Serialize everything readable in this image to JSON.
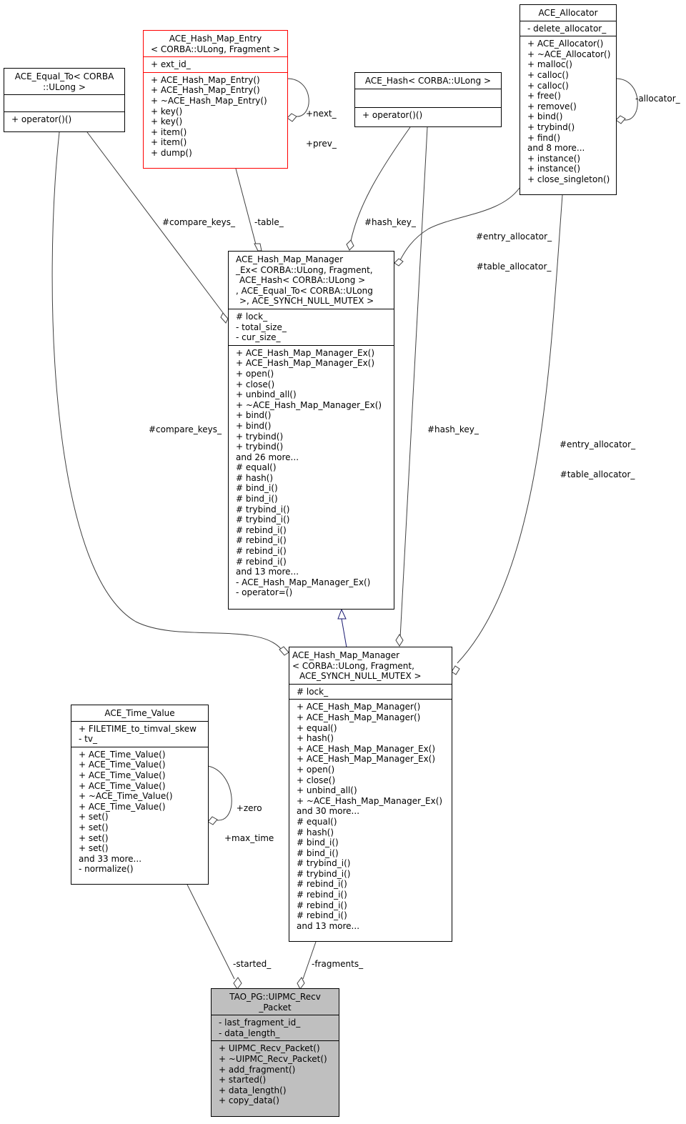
{
  "classes": {
    "equal_to": {
      "title": [
        "ACE_Equal_To< CORBA",
        "::ULong >"
      ],
      "attributes": [],
      "methods": [
        "+ operator()()"
      ]
    },
    "hash_map_entry": {
      "title": [
        "ACE_Hash_Map_Entry",
        "< CORBA::ULong, Fragment >"
      ],
      "attributes": [
        "+ ext_id_"
      ],
      "methods": [
        "+ ACE_Hash_Map_Entry()",
        "+ ACE_Hash_Map_Entry()",
        "+ ~ACE_Hash_Map_Entry()",
        "+ key()",
        "+ key()",
        "+ item()",
        "+ item()",
        "+ dump()"
      ]
    },
    "ace_hash": {
      "title": [
        "ACE_Hash< CORBA::ULong >"
      ],
      "attributes": [],
      "methods": [
        "+ operator()()"
      ]
    },
    "allocator": {
      "title": [
        "ACE_Allocator"
      ],
      "attributes": [
        "- delete_allocator_"
      ],
      "methods": [
        "+ ACE_Allocator()",
        "+ ~ACE_Allocator()",
        "+ malloc()",
        "+ calloc()",
        "+ calloc()",
        "+ free()",
        "+ remove()",
        "+ bind()",
        "+ trybind()",
        "+ find()",
        "and 8 more...",
        "+ instance()",
        "+ instance()",
        "+ close_singleton()"
      ]
    },
    "hash_map_manager_ex": {
      "title": [
        "ACE_Hash_Map_Manager",
        "_Ex< CORBA::ULong, Fragment,",
        "ACE_Hash< CORBA::ULong >",
        ", ACE_Equal_To< CORBA::ULong",
        ">, ACE_SYNCH_NULL_MUTEX >"
      ],
      "attributes": [
        "# lock_",
        "- total_size_",
        "- cur_size_"
      ],
      "methods": [
        "+ ACE_Hash_Map_Manager_Ex()",
        "+ ACE_Hash_Map_Manager_Ex()",
        "+ open()",
        "+ close()",
        "+ unbind_all()",
        "+ ~ACE_Hash_Map_Manager_Ex()",
        "+ bind()",
        "+ bind()",
        "+ trybind()",
        "+ trybind()",
        "and 26 more...",
        "# equal()",
        "# hash()",
        "# bind_i()",
        "# bind_i()",
        "# trybind_i()",
        "# trybind_i()",
        "# rebind_i()",
        "# rebind_i()",
        "# rebind_i()",
        "# rebind_i()",
        "and 13 more...",
        "- ACE_Hash_Map_Manager_Ex()",
        "- operator=()"
      ]
    },
    "hash_map_manager": {
      "title": [
        "ACE_Hash_Map_Manager",
        "< CORBA::ULong, Fragment,",
        "ACE_SYNCH_NULL_MUTEX >"
      ],
      "attributes": [
        "# lock_"
      ],
      "methods": [
        "+ ACE_Hash_Map_Manager()",
        "+ ACE_Hash_Map_Manager()",
        "+ equal()",
        "+ hash()",
        "+ ACE_Hash_Map_Manager_Ex()",
        "+ ACE_Hash_Map_Manager_Ex()",
        "+ open()",
        "+ close()",
        "+ unbind_all()",
        "+ ~ACE_Hash_Map_Manager_Ex()",
        "and 30 more...",
        "# equal()",
        "# hash()",
        "# bind_i()",
        "# bind_i()",
        "# trybind_i()",
        "# trybind_i()",
        "# rebind_i()",
        "# rebind_i()",
        "# rebind_i()",
        "# rebind_i()",
        "and 13 more..."
      ]
    },
    "time_value": {
      "title": [
        "ACE_Time_Value"
      ],
      "attributes": [
        "+ FILETIME_to_timval_skew",
        "- tv_"
      ],
      "methods": [
        "+ ACE_Time_Value()",
        "+ ACE_Time_Value()",
        "+ ACE_Time_Value()",
        "+ ACE_Time_Value()",
        "+ ~ACE_Time_Value()",
        "+ ACE_Time_Value()",
        "+ set()",
        "+ set()",
        "+ set()",
        "+ set()",
        "and 33 more...",
        "- normalize()"
      ]
    },
    "recv_packet": {
      "title": [
        "TAO_PG::UIPMC_Recv",
        "_Packet"
      ],
      "attributes": [
        "- last_fragment_id_",
        "- data_length_"
      ],
      "methods": [
        "+ UIPMC_Recv_Packet()",
        "+ ~UIPMC_Recv_Packet()",
        "+ add_fragment()",
        "+ started()",
        "+ data_length()",
        "+ copy_data()"
      ]
    }
  },
  "edge_labels": {
    "next_prev": [
      "+next_",
      "+prev_"
    ],
    "allocator_self": "-allocator_",
    "compare_keys_top": "#compare_keys_",
    "table": "-table_",
    "hash_key_top": "#hash_key_",
    "entry_table_alloc_top": [
      "#entry_allocator_",
      "#table_allocator_"
    ],
    "compare_keys_mid": "#compare_keys_",
    "hash_key_mid": "#hash_key_",
    "entry_table_alloc_mid": [
      "#entry_allocator_",
      "#table_allocator_"
    ],
    "zero_max_time": [
      "+zero",
      "+max_time"
    ],
    "started": "-started_",
    "fragments": "-fragments_"
  },
  "colors": {
    "line": "#404040",
    "inheritance": "#191970",
    "focus_fill": "#bfbfbf",
    "template_border": "#ff0000"
  }
}
